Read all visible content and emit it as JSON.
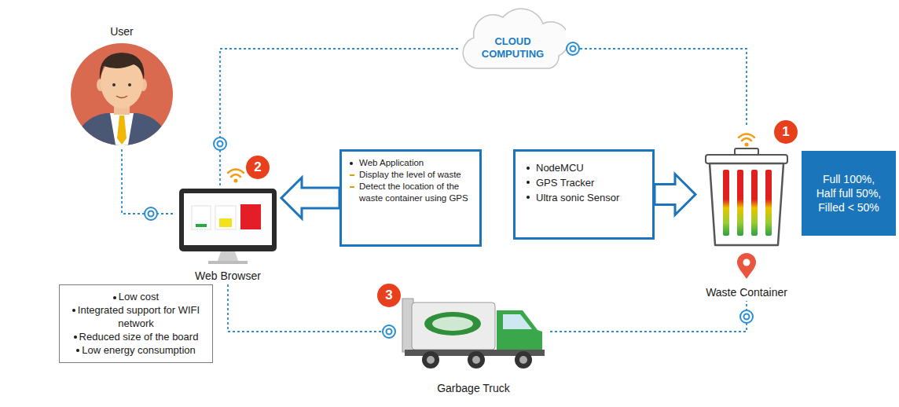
{
  "diagram": {
    "nodes": [
      {
        "text": [
          "User"
        ]
      },
      {
        "text": [
          "CLOUD COMPUTING"
        ]
      },
      {
        "text": [
          "Web Browser"
        ]
      },
      {
        "text": [
          "Web Application",
          "Display the level of waste",
          "Detect the location of the waste container using GPS"
        ]
      },
      {
        "text": [
          "NodeMCU",
          "GPS Tracker",
          "Ultra sonic Sensor"
        ]
      },
      {
        "text": [
          "Waste Container"
        ]
      },
      {
        "text": [
          "Full 100%, Half full 50%, Filled < 50%"
        ]
      },
      {
        "text": [
          "Low cost",
          "Integrated support for WIFI network",
          "Reduced size of the board",
          "Low energy consumption"
        ]
      },
      {
        "text": [
          "Garbage Truck"
        ]
      }
    ],
    "edges": [
      {
        "from": 0,
        "to": 2,
        "arrow": "none"
      },
      {
        "from": 2,
        "to": 1,
        "arrow": "none"
      },
      {
        "from": 1,
        "to": 5,
        "arrow": "none"
      },
      {
        "from": 2,
        "to": 8,
        "arrow": "none"
      },
      {
        "from": 8,
        "to": 5,
        "arrow": "none"
      },
      {
        "from": 3,
        "to": 2,
        "arrow": "to"
      },
      {
        "from": 4,
        "to": 5,
        "arrow": "to"
      }
    ],
    "labels": [
      "1",
      "2",
      "3"
    ]
  }
}
